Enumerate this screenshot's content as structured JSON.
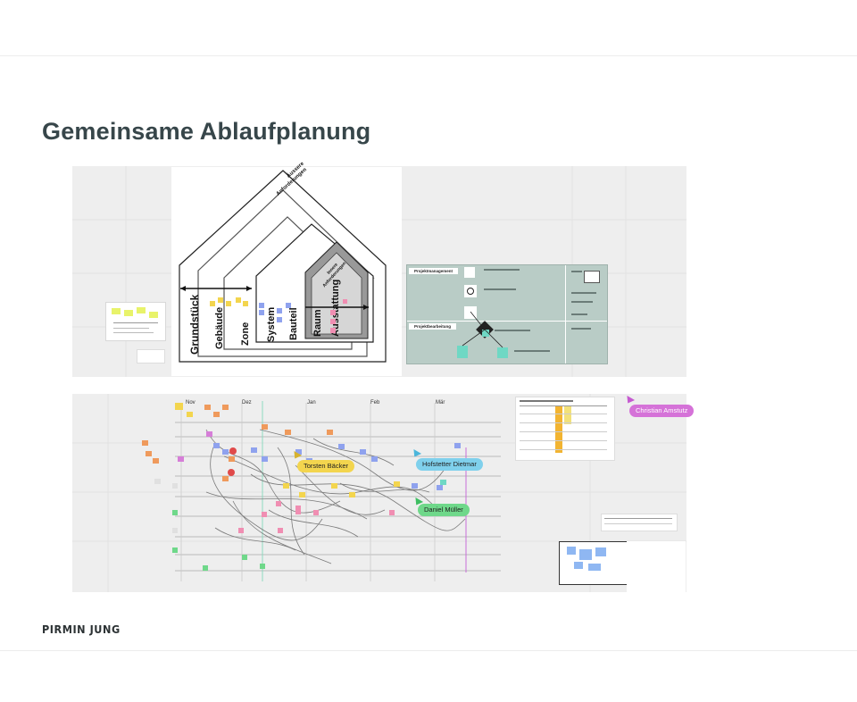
{
  "slide": {
    "title": "Gemeinsame Ablaufplanung",
    "logo_text": "PIRMIN JUNG"
  },
  "house_diagram": {
    "labels": [
      "Grundstück",
      "Gebäude",
      "Zone",
      "System",
      "Bauteil",
      "Raum",
      "Ausstattung"
    ],
    "outer_label_1": "Äussere",
    "outer_label_2": "Anforderungen",
    "inner_label_1": "Innere",
    "inner_label_2": "Anforderungen"
  },
  "process_board": {
    "sections": [
      "Projektmanagement",
      "Projektbearbeitung"
    ]
  },
  "timeline_board": {
    "months": [
      "Nov",
      "Dez",
      "Jan",
      "Feb",
      "Mär"
    ],
    "collaborators": [
      {
        "name": "Torsten Bäcker",
        "color": "#f3d54e"
      },
      {
        "name": "Hofstetter Dietmar",
        "color": "#7fd0ec"
      },
      {
        "name": "Daniel Müller",
        "color": "#6fd88a"
      },
      {
        "name": "Christian Amstutz",
        "color": "#d572d8"
      }
    ]
  },
  "colors": {
    "title": "#37464a",
    "board_bg": "#eeeeee",
    "process_bg": "#b9ccc6"
  }
}
